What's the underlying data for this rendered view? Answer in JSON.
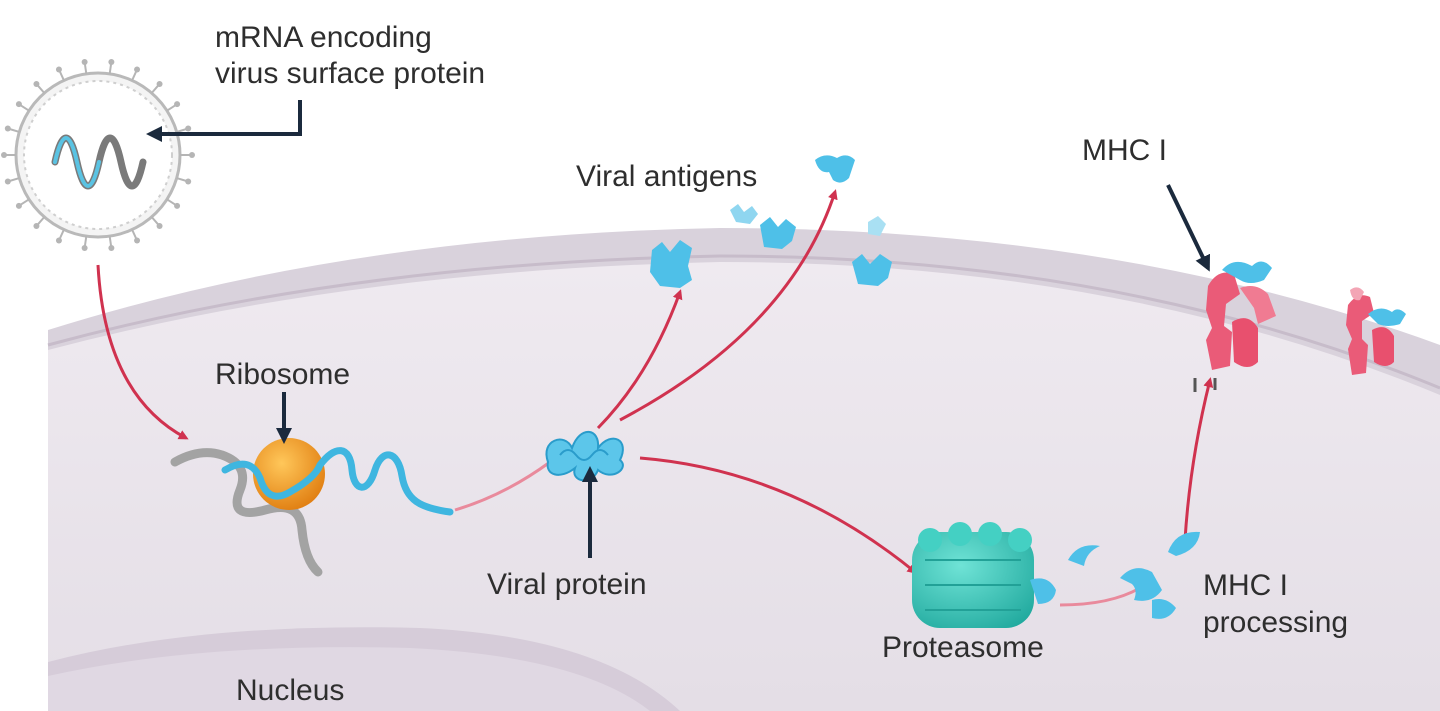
{
  "labels": {
    "mrna": [
      "mRNA encoding",
      "virus surface protein"
    ],
    "viral_antigens": "Viral antigens",
    "mhc1": "MHC I",
    "ribosome": "Ribosome",
    "viral_protein": "Viral protein",
    "proteasome": "Proteasome",
    "mhc1_processing": [
      "MHC I",
      "processing"
    ],
    "nucleus": "Nucleus"
  },
  "colors": {
    "cell_fill": "#ebe6ec",
    "membrane": "#d9d2dc",
    "membrane_line": "#bfb3c3",
    "nucleus": "#dcd3df",
    "arrow_red": "#d0324f",
    "pointer_navy": "#1b2a3d",
    "protein_blue": "#3fb6e0",
    "proteasome_teal": "#2fc4b8",
    "mhc_pink": "#e8506e",
    "ribosome_orange": "#f29a1a",
    "mrna_gray": "#9a9a9a"
  }
}
